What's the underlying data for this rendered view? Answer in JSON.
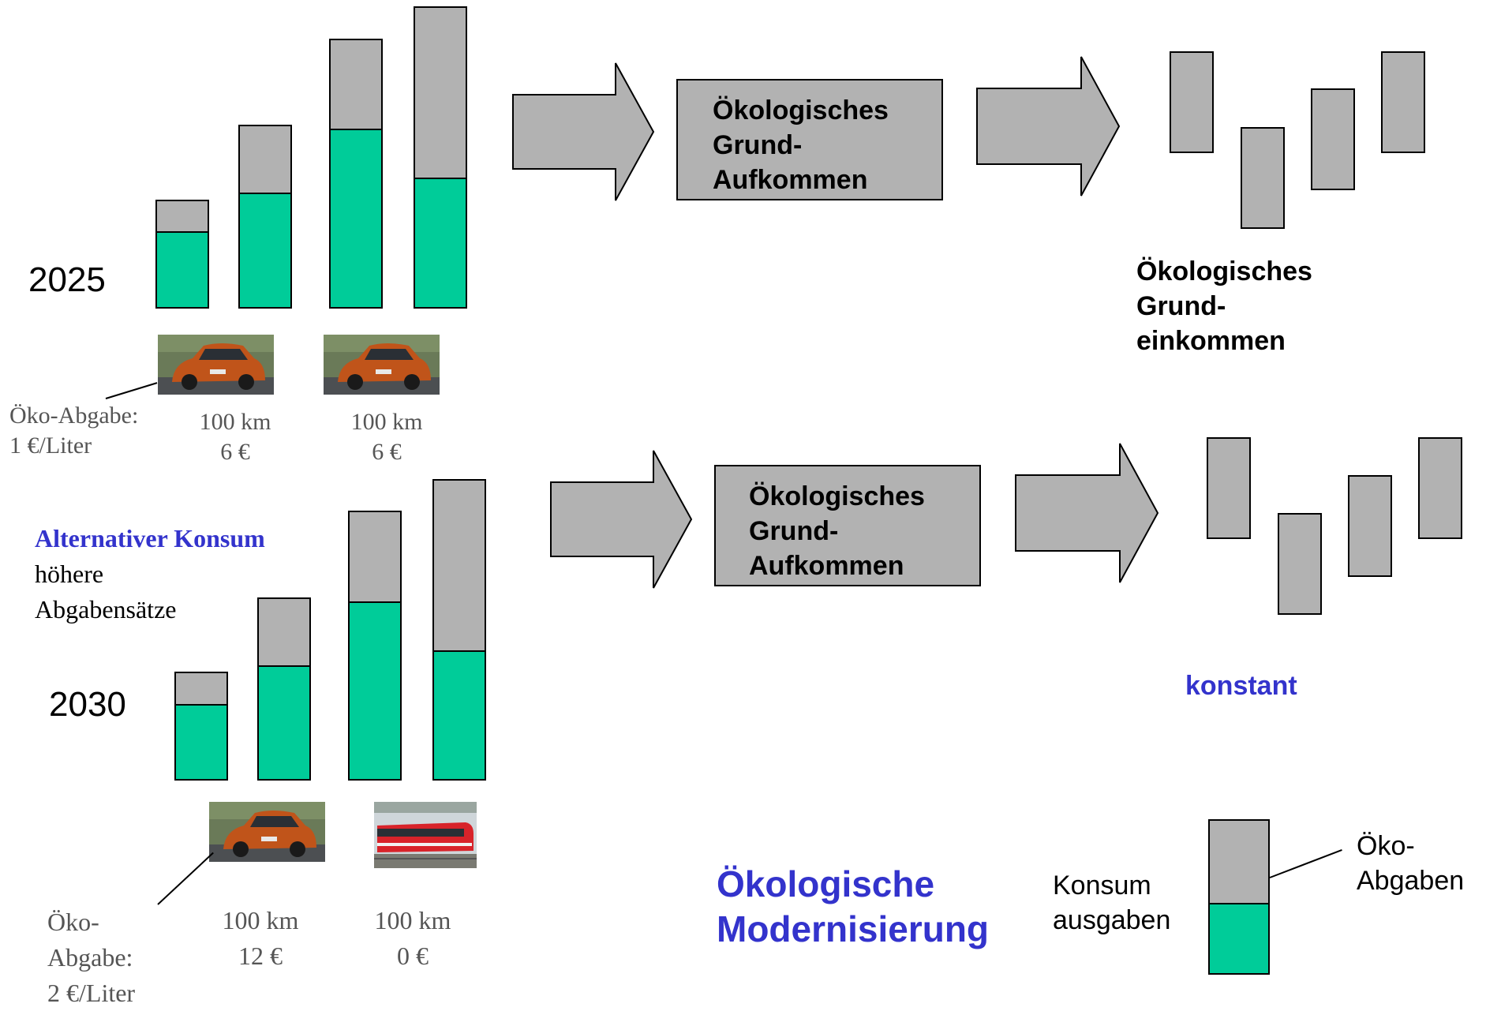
{
  "section_2025": {
    "year": "2025",
    "car1_label": "100 km",
    "car1_cost": "6 €",
    "car2_label": "100 km",
    "car2_cost": "6 €",
    "levy_line1": "Öko-Abgabe:",
    "levy_line2": "1 €/Liter",
    "flow_box_line1": "Ökologisches",
    "flow_box_line2": "Grund-",
    "flow_box_line3": "Aufkommen",
    "income_line1": "Ökologisches",
    "income_line2": "Grund-",
    "income_line3": "einkommen"
  },
  "section_2030": {
    "year": "2030",
    "alt_heading": "Alternativer Konsum",
    "alt_line2": "höhere",
    "alt_line3": "Abgabensätze",
    "car_label": "100 km",
    "car_cost": "12 €",
    "train_label": "100 km",
    "train_cost": "0 €",
    "levy_line1": "Öko-",
    "levy_line2": "Abgabe:",
    "levy_line3": "2 €/Liter",
    "flow_box_line1": "Ökologisches",
    "flow_box_line2": "Grund-",
    "flow_box_line3": "Aufkommen",
    "constant_label": "konstant"
  },
  "legend": {
    "consumption_line1": "Konsum",
    "consumption_line2": "ausgaben",
    "levy_line1": "Öko-",
    "levy_line2": "Abgaben"
  },
  "footer": {
    "title_line1": "Ökologische",
    "title_line2": "Modernisierung"
  },
  "colors": {
    "consumption": "#00cc99",
    "levy": "#b2b2b2",
    "accent_blue": "#3333cc"
  }
}
